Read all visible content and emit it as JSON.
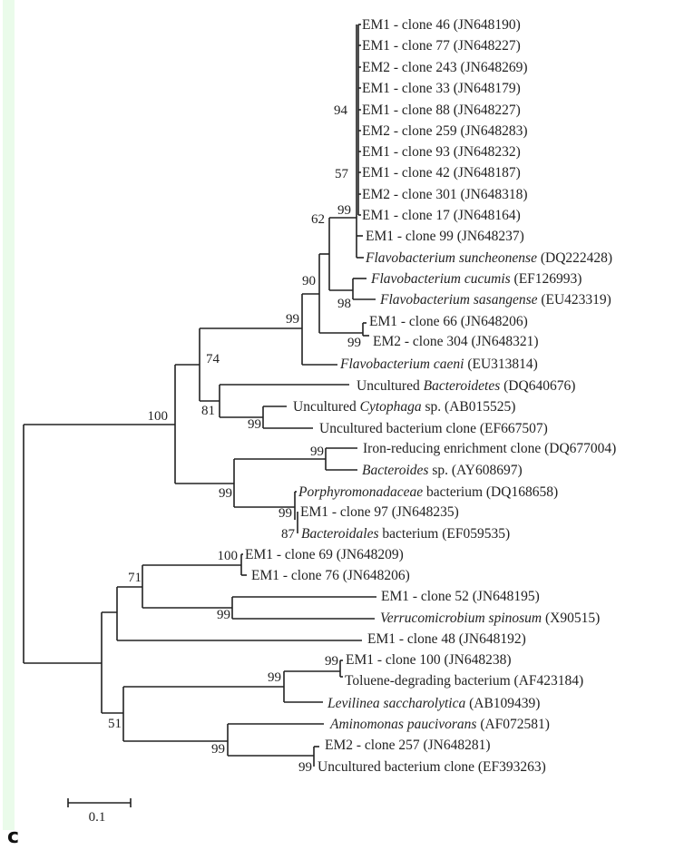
{
  "panel_label": "c",
  "scale_bar": {
    "label": "0.1"
  },
  "leaves": [
    [
      {
        "t": "EM1 - clone 46 (JN648190)",
        "i": false
      }
    ],
    [
      {
        "t": "EM1 - clone 77 (JN648227)",
        "i": false
      }
    ],
    [
      {
        "t": "EM2 - clone 243 (JN648269)",
        "i": false
      }
    ],
    [
      {
        "t": "EM1 - clone 33 (JN648179)",
        "i": false
      }
    ],
    [
      {
        "t": "EM1 - clone 88 (JN648227)",
        "i": false
      }
    ],
    [
      {
        "t": "EM2 - clone 259 (JN648283)",
        "i": false
      }
    ],
    [
      {
        "t": "EM1 - clone 93 (JN648232)",
        "i": false
      }
    ],
    [
      {
        "t": "EM1 - clone 42 (JN648187)",
        "i": false
      }
    ],
    [
      {
        "t": "EM2 - clone 301 (JN648318)",
        "i": false
      }
    ],
    [
      {
        "t": "EM1 - clone 17 (JN648164)",
        "i": false
      }
    ],
    [
      {
        "t": "EM1 - clone 99 (JN648237)",
        "i": false
      }
    ],
    [
      {
        "t": "Flavobacterium suncheonense",
        "i": true
      },
      {
        "t": " (DQ222428)",
        "i": false
      }
    ],
    [
      {
        "t": "Flavobacterium cucumis",
        "i": true
      },
      {
        "t": " (EF126993)",
        "i": false
      }
    ],
    [
      {
        "t": "Flavobacterium sasangense",
        "i": true
      },
      {
        "t": " (EU423319)",
        "i": false
      }
    ],
    [
      {
        "t": "EM1 - clone 66 (JN648206)",
        "i": false
      }
    ],
    [
      {
        "t": "EM2 - clone 304 (JN648321)",
        "i": false
      }
    ],
    [
      {
        "t": "Flavobacterium caeni",
        "i": true
      },
      {
        "t": " (EU313814)",
        "i": false
      }
    ],
    [
      {
        "t": "Uncultured ",
        "i": false
      },
      {
        "t": "Bacteroidetes",
        "i": true
      },
      {
        "t": " (DQ640676)",
        "i": false
      }
    ],
    [
      {
        "t": "Uncultured ",
        "i": false
      },
      {
        "t": "Cytophaga",
        "i": true
      },
      {
        "t": " sp. (AB015525)",
        "i": false
      }
    ],
    [
      {
        "t": "Uncultured bacterium clone (EF667507)",
        "i": false
      }
    ],
    [
      {
        "t": "Iron-reducing enrichment clone (DQ677004)",
        "i": false
      }
    ],
    [
      {
        "t": "Bacteroides",
        "i": true
      },
      {
        "t": " sp. (AY608697)",
        "i": false
      }
    ],
    [
      {
        "t": "Porphyromonadaceae",
        "i": true
      },
      {
        "t": " bacterium (DQ168658)",
        "i": false
      }
    ],
    [
      {
        "t": "EM1 - clone 97 (JN648235)",
        "i": false
      }
    ],
    [
      {
        "t": "Bacteroidales",
        "i": true
      },
      {
        "t": " bacterium (EF059535)",
        "i": false
      }
    ],
    [
      {
        "t": "EM1 - clone 69 (JN648209)",
        "i": false
      }
    ],
    [
      {
        "t": "EM1 - clone 76 (JN648206)",
        "i": false
      }
    ],
    [
      {
        "t": "EM1 - clone 52 (JN648195)",
        "i": false
      }
    ],
    [
      {
        "t": "Verrucomicrobium spinosum",
        "i": true
      },
      {
        "t": " (X90515)",
        "i": false
      }
    ],
    [
      {
        "t": "EM1 - clone 48 (JN648192)",
        "i": false
      }
    ],
    [
      {
        "t": "EM1 - clone 100 (JN648238)",
        "i": false
      }
    ],
    [
      {
        "t": "Toluene-degrading bacterium (AF423184)",
        "i": false
      }
    ],
    [
      {
        "t": "Levilinea saccharolytica",
        "i": true
      },
      {
        "t": " (AB109439)",
        "i": false
      }
    ],
    [
      {
        "t": "Aminomonas paucivorans",
        "i": true
      },
      {
        "t": " (AF072581)",
        "i": false
      }
    ],
    [
      {
        "t": "EM2 - clone 257 (JN648281)",
        "i": false
      }
    ],
    [
      {
        "t": "Uncultured bacterium clone (EF393263)",
        "i": false
      }
    ]
  ],
  "bootstrap": [
    "94",
    "57",
    "99",
    "62",
    "90",
    "98",
    "99",
    "99",
    "74",
    "100",
    "81",
    "99",
    "99",
    "99",
    "99",
    "87",
    "100",
    "71",
    "99",
    "99",
    "99",
    "51",
    "99",
    "99"
  ]
}
